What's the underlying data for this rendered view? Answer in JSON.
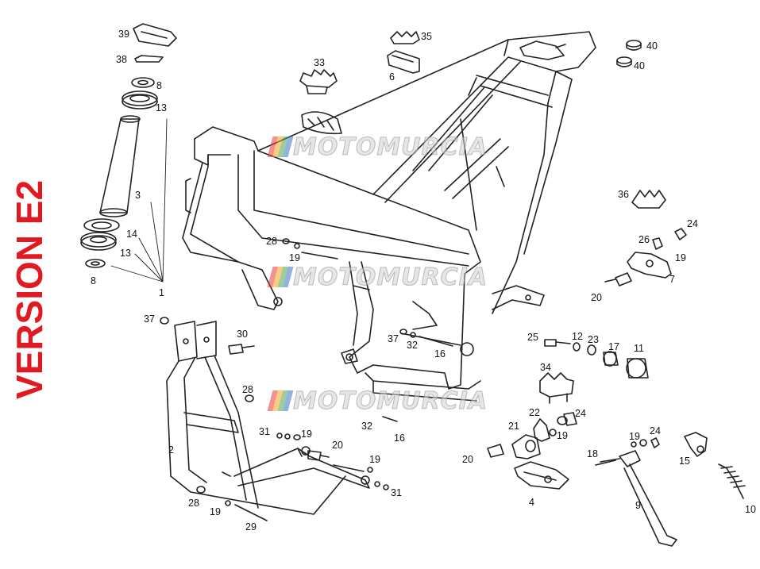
{
  "title": "VERSION E2",
  "watermark": "MOTOMURCIA",
  "colors": {
    "title": "#e01a22",
    "line": "#222222",
    "label": "#111111"
  },
  "callouts": [
    "39",
    "38",
    "8",
    "13",
    "3",
    "14",
    "13",
    "8",
    "1",
    "33",
    "35",
    "6",
    "40",
    "40",
    "36",
    "24",
    "26",
    "19",
    "7",
    "20",
    "28",
    "19",
    "37",
    "30",
    "25",
    "12",
    "23",
    "17",
    "11",
    "34",
    "28",
    "37",
    "32",
    "16",
    "2",
    "31",
    "19",
    "20",
    "32",
    "16",
    "22",
    "24",
    "21",
    "19",
    "20",
    "19",
    "24",
    "18",
    "15",
    "19",
    "31",
    "28",
    "19",
    "29",
    "4",
    "9",
    "10"
  ]
}
